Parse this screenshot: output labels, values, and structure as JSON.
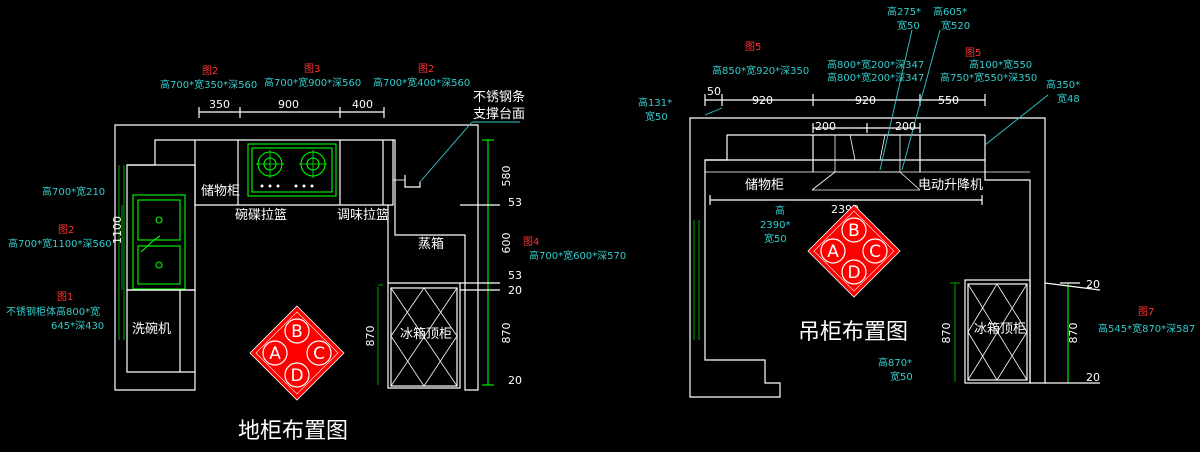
{
  "colors": {
    "background": "#000000",
    "line": "#ffffff",
    "dimension": "#00ff00",
    "annotation": "#33cccc",
    "reference": "#ff3333",
    "badge": "#ff0000"
  },
  "compass": {
    "a": "A",
    "b": "B",
    "c": "C",
    "d": "D"
  },
  "left": {
    "title": "地柜布置图",
    "labels": {
      "storage": "储物柜",
      "dish_basket": "碗碟拉篮",
      "seasoning_basket": "调味拉篮",
      "steamer": "蒸箱",
      "fridge_top": "冰箱顶柜",
      "dishwasher": "洗碗机",
      "support_1": "不锈钢条",
      "support_2": "支撑台面"
    },
    "dims": {
      "d350": "350",
      "d900": "900",
      "d400": "400",
      "d580": "580",
      "d53a": "53",
      "d600": "600",
      "d53b": "53",
      "d20a": "20",
      "d870a": "870",
      "d20b": "20",
      "d870b": "870",
      "d1100": "1100"
    },
    "refs": {
      "r1_fig": "图2",
      "r1_spec": "高700*宽350*深560",
      "r2_fig": "图3",
      "r2_spec": "高700*宽900*深560",
      "r3_fig": "图2",
      "r3_spec": "高700*宽400*深560",
      "r4_spec": "高700*宽210",
      "r5_fig": "图2",
      "r5_spec": "高700*宽1100*深560",
      "r6_fig": "图1",
      "r6_spec1": "不锈钢柜体高800*宽",
      "r6_spec2": "645*深430",
      "r7_fig": "图4",
      "r7_spec": "高700*宽600*深570"
    }
  },
  "right": {
    "title": "吊柜布置图",
    "labels": {
      "storage": "储物柜",
      "lift": "电动升降机",
      "fridge_top": "冰箱顶柜"
    },
    "dims": {
      "d50": "50",
      "d920a": "920",
      "d920b": "920",
      "d550": "550",
      "d200a": "200",
      "d200b": "200",
      "d2390": "2390",
      "d870": "870",
      "d20a": "20",
      "d870b": "870",
      "d20b": "20"
    },
    "refs": {
      "r1_fig": "图5",
      "r1_spec": "高850*宽920*深350",
      "r2_spec1": "高131*",
      "r2_spec2": "宽50",
      "r3_spec1": "高275*",
      "r3_spec2": "宽50",
      "r4_spec1": "高605*",
      "r4_spec2": "宽520",
      "r5_spec1": "高800*宽200*深347",
      "r5_spec2": "高800*宽200*深347",
      "r6_fig": "图5",
      "r6_spec1": "高100*宽550",
      "r6_spec2": "高750*宽550*深350",
      "r7_spec1": "高350*",
      "r7_spec2": "宽48",
      "r8_spec1": "高",
      "r8_spec2": "2390*",
      "r8_spec3": "宽50",
      "r9_spec1": "高870*",
      "r9_spec2": "宽50",
      "r10_fig": "图7",
      "r10_spec": "高545*宽870*深587"
    }
  }
}
